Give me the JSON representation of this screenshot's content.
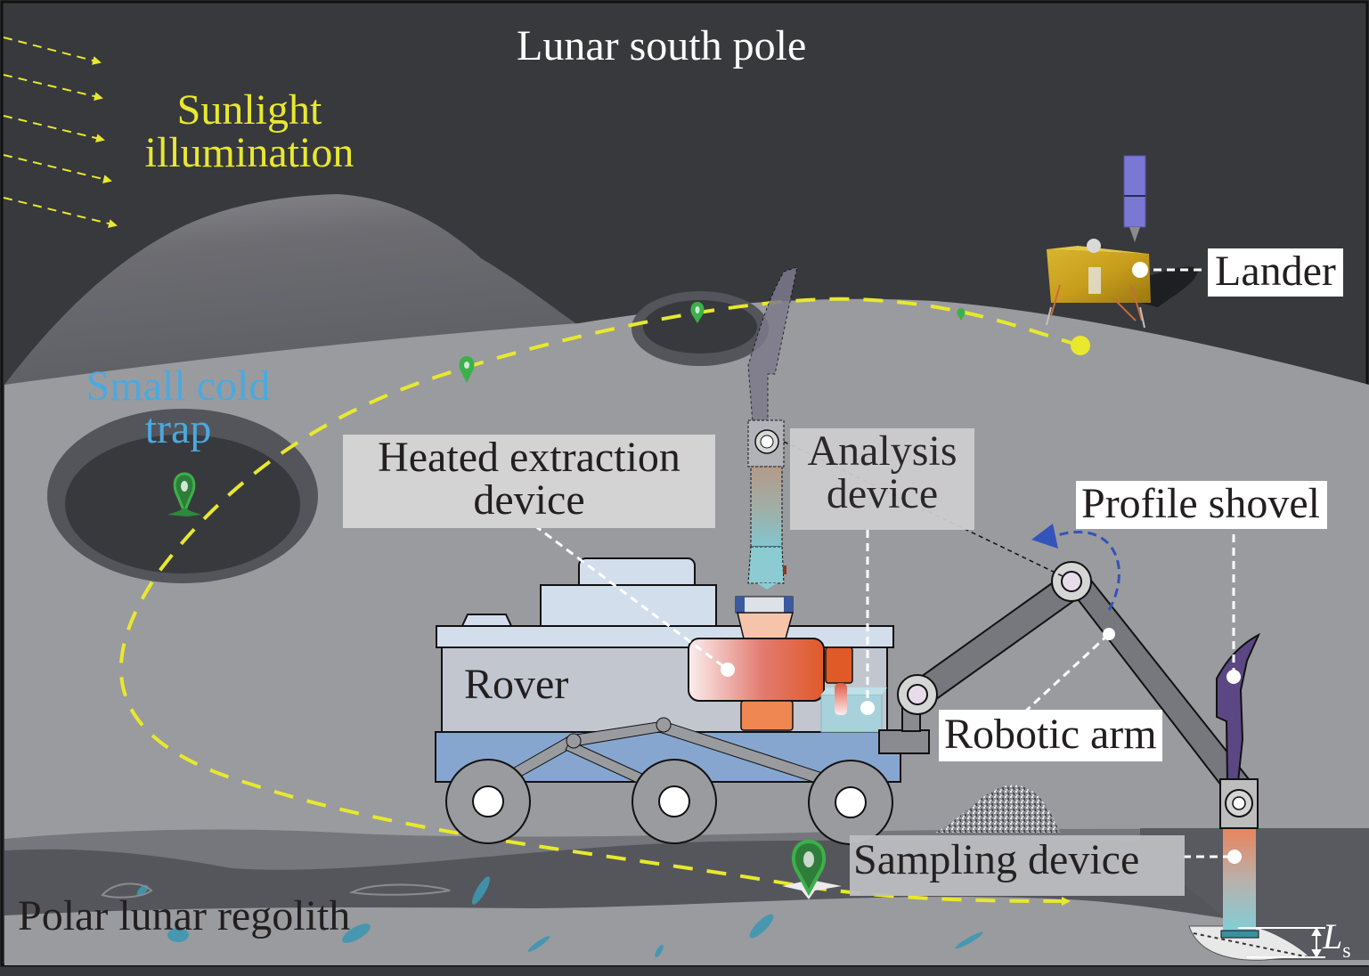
{
  "title": "Lunar south pole",
  "colors": {
    "sky": "#38393d",
    "surface": "#9a9b9f",
    "mountain": "#6e6e73",
    "crater_rim": "#55565b",
    "crater_floor": "#38393d",
    "sunlight": "#e8e82e",
    "cold_trap_text": "#4aa9e0",
    "path": "#e8e82e",
    "marker": "#3cb04a",
    "rover_body": "#c2c7cf",
    "rover_top": "#d3deec",
    "rover_chassis": "#86a6d0",
    "arm": "#77787e",
    "joint_center": "#e6dcea",
    "shovel": "#5a4783",
    "heater_start": "#fbeeee",
    "heater_end": "#e05a28",
    "rotation_arrow": "#3354b8"
  },
  "labels": {
    "sunlight": [
      "Sunlight",
      "illumination"
    ],
    "cold_trap": [
      "Small cold",
      "trap"
    ],
    "lander": "Lander",
    "heated_extraction": [
      "Heated extraction",
      "device"
    ],
    "analysis": [
      "Analysis",
      "device"
    ],
    "profile_shovel": "Profile shovel",
    "rover": "Rover",
    "robotic_arm": "Robotic arm",
    "sampling_device": "Sampling device",
    "regolith": "Polar lunar regolith",
    "ls_symbol": "L",
    "ls_subscript": "s"
  },
  "icons": {
    "sun_rays": "dashed-arrow-icon",
    "waypoint": "map-pin-icon",
    "rotation": "curved-arrow-icon"
  }
}
